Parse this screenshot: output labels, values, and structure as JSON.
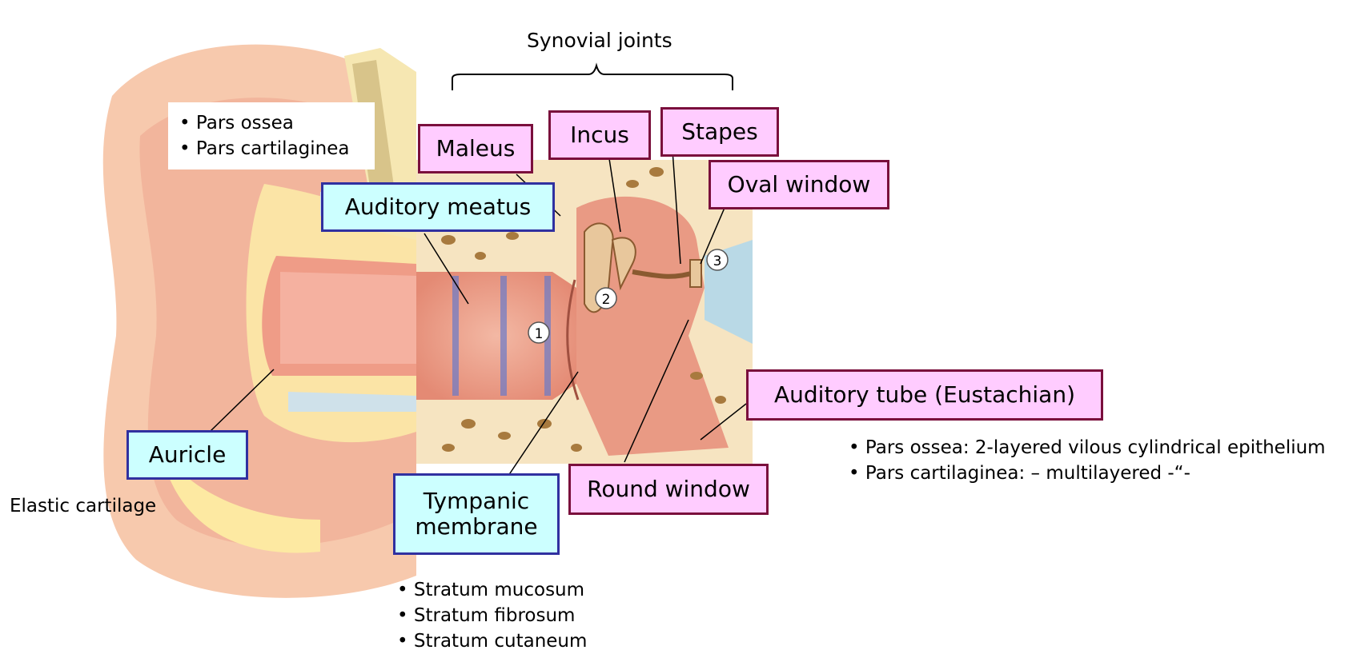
{
  "header": {
    "group_label": "Synovial joints"
  },
  "labels": {
    "maleus": "Maleus",
    "incus": "Incus",
    "stapes": "Stapes",
    "oval_window": "Oval window",
    "auditory_meatus": "Auditory meatus",
    "auditory_tube": "Auditory tube (Eustachian)",
    "round_window": "Round window",
    "tympanic_membrane_line1": "Tympanic",
    "tympanic_membrane_line2": "membrane",
    "auricle": "Auricle"
  },
  "notes": {
    "meatus_parts": [
      "Pars ossea",
      "Pars cartilaginea"
    ],
    "auricle_tissue": "Elastic cartilage",
    "tube_parts": [
      "Pars ossea: 2-layered vilous cylindrical epithelium",
      "Pars cartilaginea: – multilayered  -“-"
    ],
    "membrane_layers": [
      "Stratum mucosum",
      "Stratum fibrosum",
      "Stratum cutaneum"
    ]
  },
  "markers": [
    "1",
    "2",
    "3"
  ],
  "colors": {
    "ossicle_box_fill": "#ffccff",
    "ossicle_box_border": "#7a0f3c",
    "outer_box_fill": "#ccffff",
    "outer_box_border": "#3030a0"
  }
}
